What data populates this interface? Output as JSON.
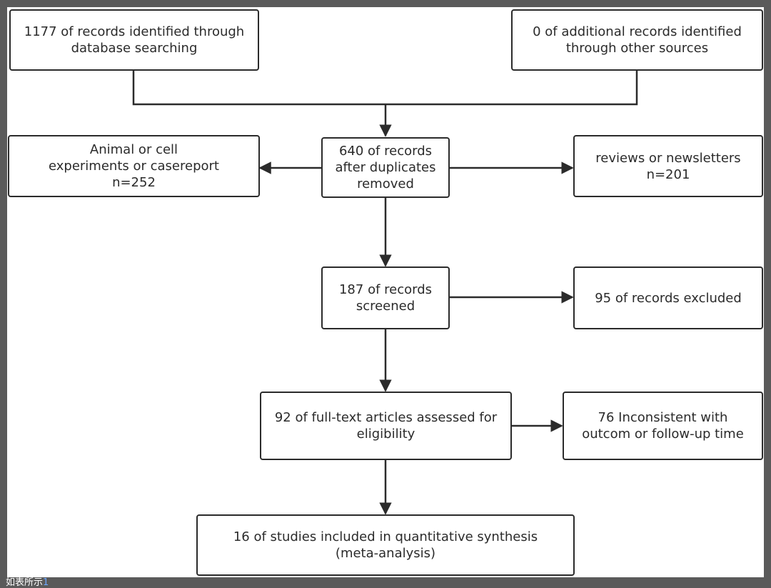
{
  "flowchart": {
    "nodes": {
      "database": "1177 of records identified through\ndatabase searching",
      "other": "0 of additional records identified\nthrough other sources",
      "dedup": "640 of records\nafter duplicates\nremoved",
      "animal": "Animal or cell\nexperiments or casereport\nn=252",
      "reviews": "reviews or newsletters\nn=201",
      "screened": "187 of records\nscreened",
      "excluded": "95 of records excluded",
      "fulltext": "92 of full-text articles assessed for\neligibility",
      "inconsistent": "76 Inconsistent with\noutcom or follow-up time",
      "included": "16 of studies included in quantitative synthesis\n(meta-analysis)"
    }
  },
  "caption": {
    "text": "如表所示",
    "number": "1"
  },
  "colors": {
    "line": "#2b2b2b",
    "frame": "#5a5a5a",
    "canvas": "#ffffff"
  }
}
